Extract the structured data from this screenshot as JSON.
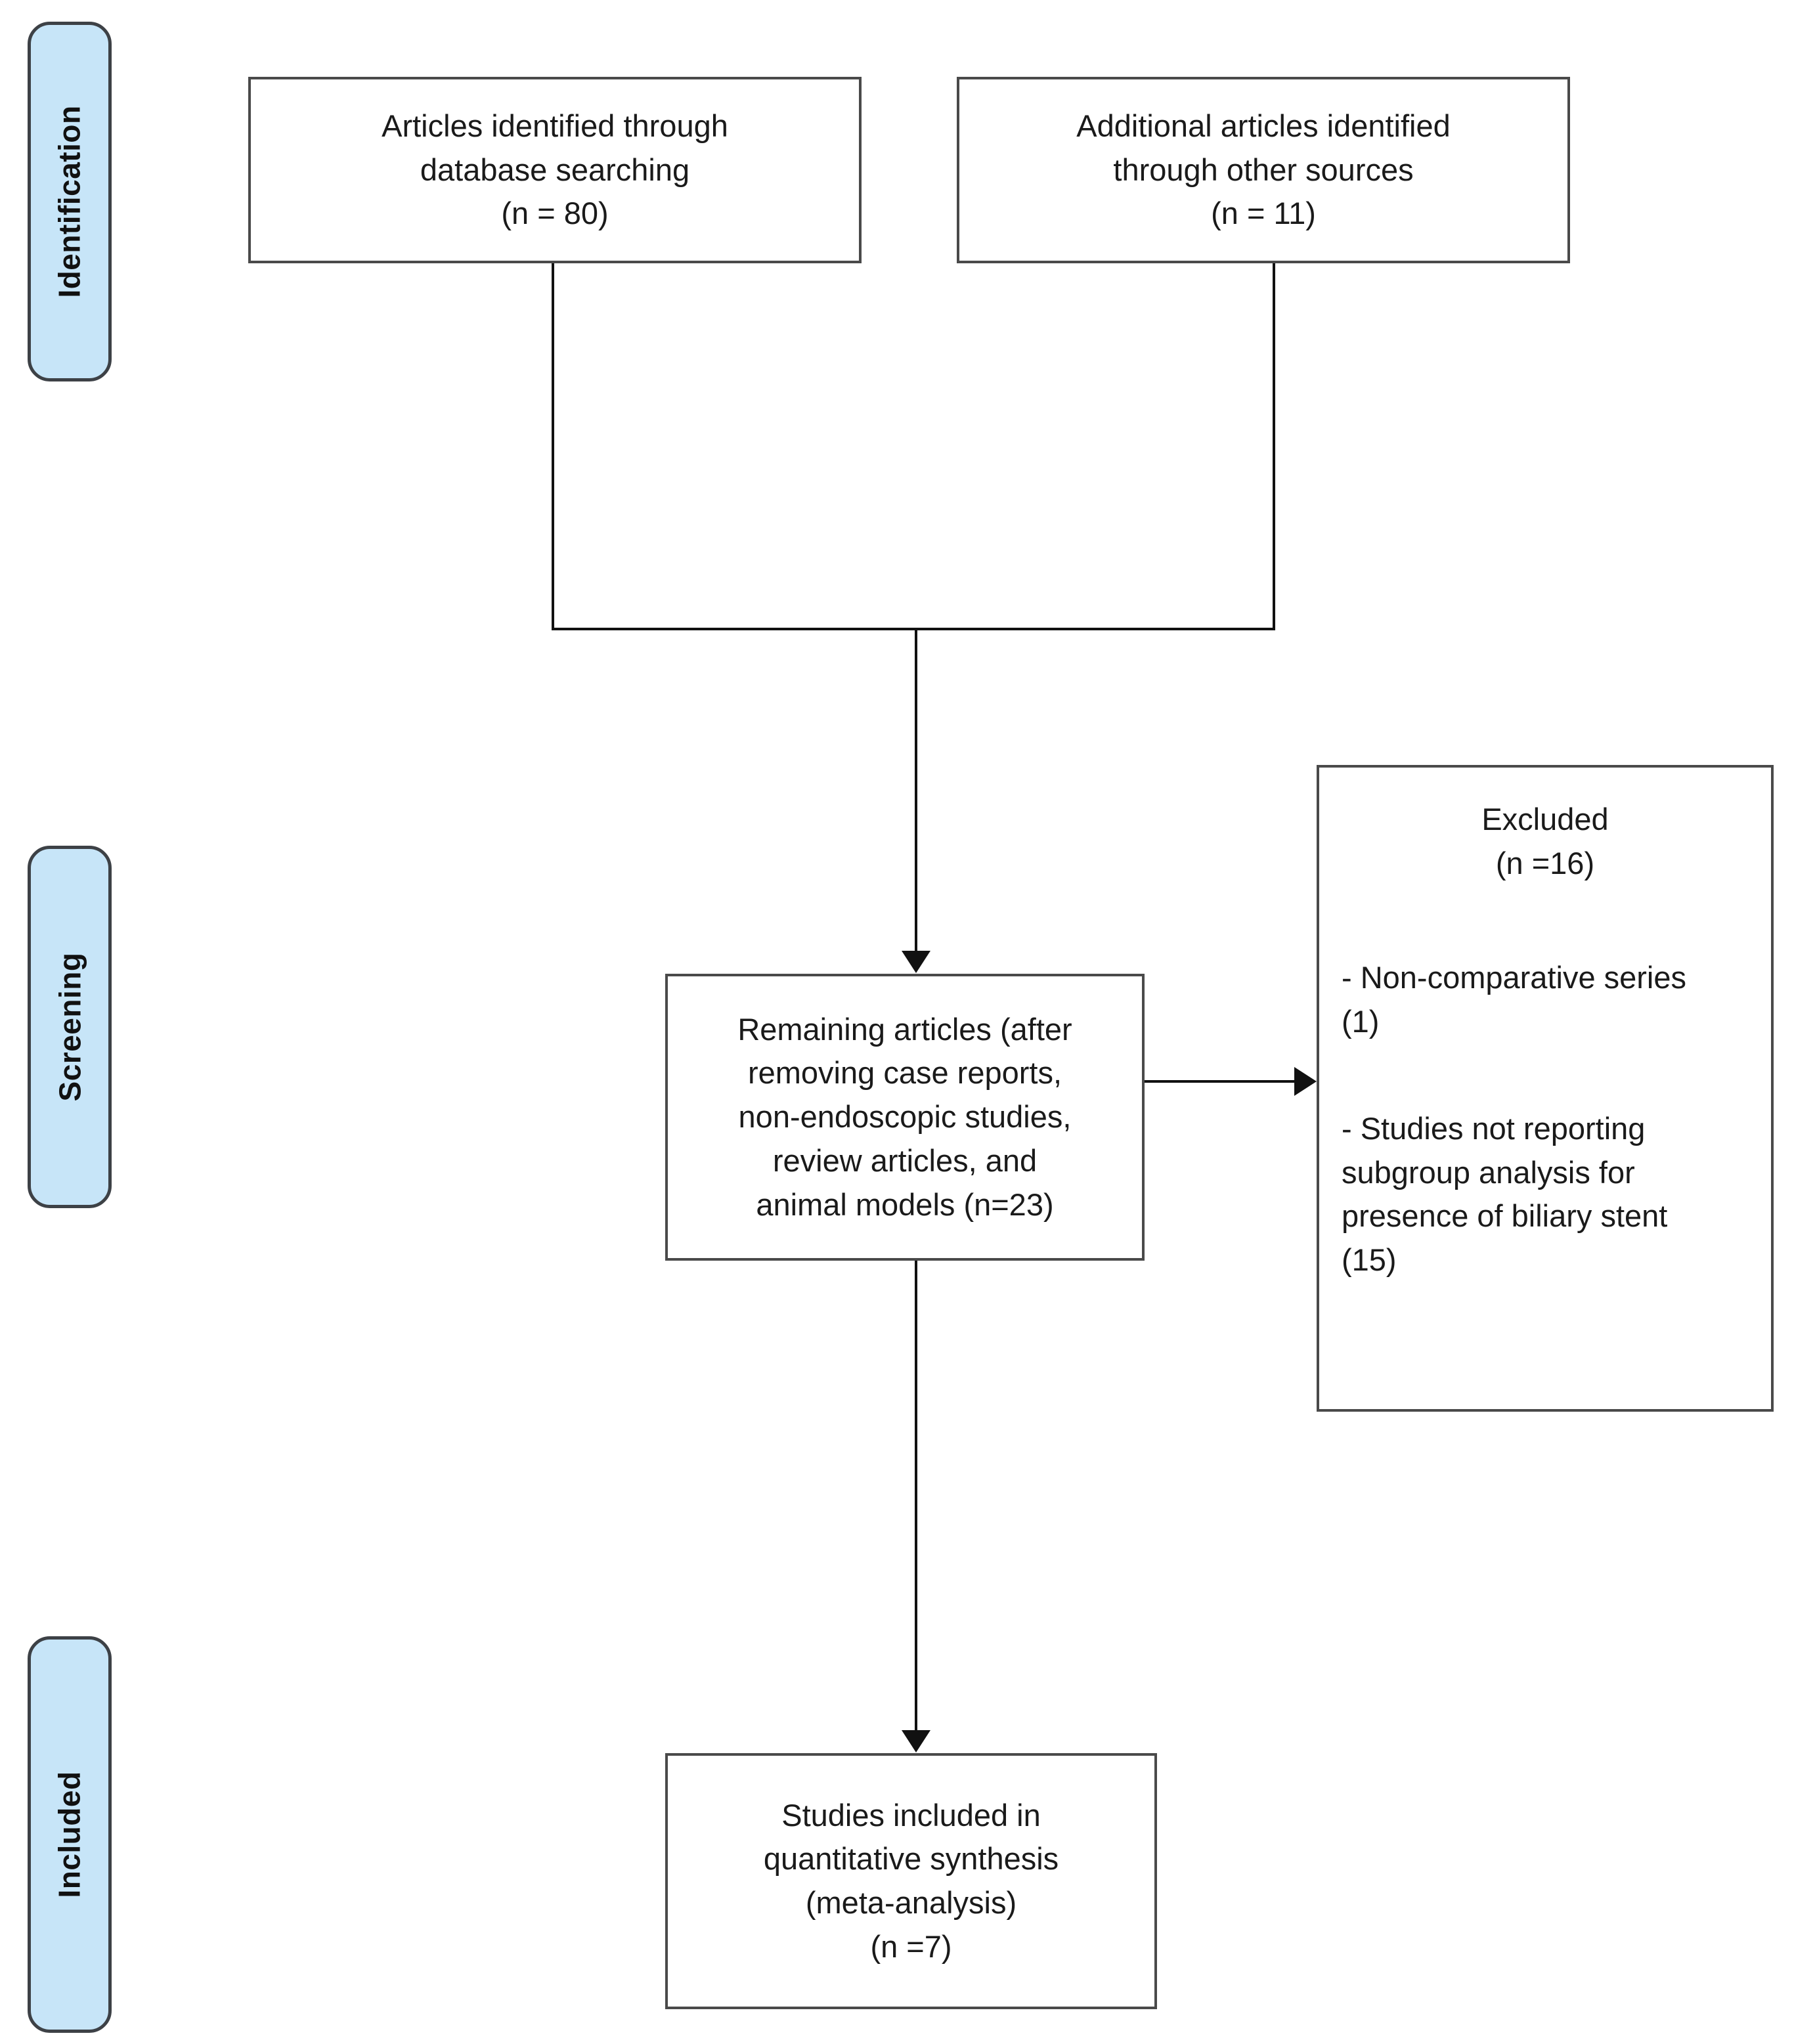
{
  "diagram": {
    "type": "prisma-flow-diagram",
    "stages": [
      {
        "id": "identification",
        "label": "Identification"
      },
      {
        "id": "screening",
        "label": "Screening"
      },
      {
        "id": "included",
        "label": "Included"
      }
    ],
    "boxes": {
      "database_search": {
        "text": "Articles identified through\ndatabase searching\n(n = 80)",
        "count": 80
      },
      "other_sources": {
        "text": "Additional articles identified\nthrough other sources\n(n = 11)",
        "count": 11
      },
      "remaining": {
        "text": "Remaining articles (after\nremoving case reports,\nnon-endoscopic studies,\nreview articles, and\nanimal models (n=23)",
        "count": 23
      },
      "excluded": {
        "header": "Excluded\n(n =16)",
        "count": 16,
        "reason_1": "- Non-comparative series\n(1)",
        "reason_1_count": 1,
        "reason_2": "- Studies not reporting\nsubgroup analysis for\npresence of biliary stent\n(15)",
        "reason_2_count": 15
      },
      "included_studies": {
        "text": "Studies included in\nquantitative synthesis\n(meta-analysis)\n(n =7)",
        "count": 7
      }
    },
    "colors": {
      "pill_fill": "#c7e5f8",
      "pill_border": "#3d4146",
      "box_border": "#4a4a4a",
      "connector": "#111111",
      "text": "#1a1a1a",
      "background": "#ffffff"
    }
  }
}
